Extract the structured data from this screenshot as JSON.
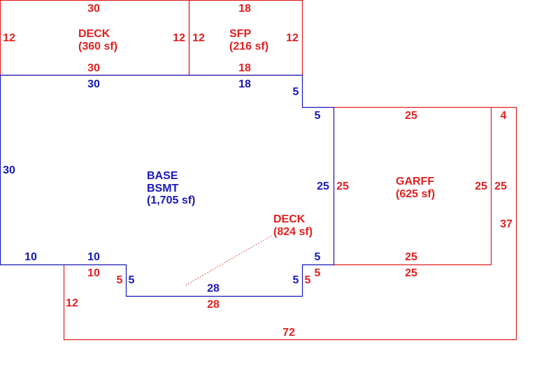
{
  "colors": {
    "red": "#e02020",
    "blue": "#1818b8",
    "background": "#ffffff"
  },
  "areas": {
    "deck_top": {
      "name": "DECK",
      "area": "(360 sf)"
    },
    "sfp": {
      "name": "SFP",
      "area": "(216 sf)"
    },
    "base": {
      "name1": "BASE",
      "name2": "BSMT",
      "area": "(1,705 sf)"
    },
    "deck_bottom": {
      "name": "DECK",
      "area": "(824 sf)"
    },
    "garff": {
      "name": "GARFF",
      "area": "(625 sf)"
    }
  },
  "dims": {
    "deck_top_top": "30",
    "deck_top_left": "12",
    "deck_top_right": "12",
    "deck_top_bottom": "30",
    "sfp_top": "18",
    "sfp_left": "12",
    "sfp_right": "12",
    "sfp_bottom": "18",
    "base_top_left": "30",
    "base_top_right": "18",
    "base_notch_vertical": "5",
    "base_notch_horizontal": "5",
    "base_left": "30",
    "base_right": "25",
    "base_bottom_left": "10",
    "base_bottom_mid": "10",
    "base_step_left": "5",
    "base_bottom_inner": "28",
    "base_step_right": "5",
    "base_bottom_right": "5",
    "garff_top": "25",
    "garff_left": "25",
    "garff_right": "25",
    "garff_bottom": "25",
    "deck_b_top_strip": "4",
    "deck_b_strip_right": "25",
    "deck_b_right": "37",
    "deck_b_bottom": "72",
    "deck_b_left": "12",
    "deck_b_top_left": "10",
    "deck_b_step_left": "5",
    "deck_b_inner": "28",
    "deck_b_step_right": "5",
    "deck_b_right_step": "5",
    "deck_b_under_garff": "25"
  }
}
